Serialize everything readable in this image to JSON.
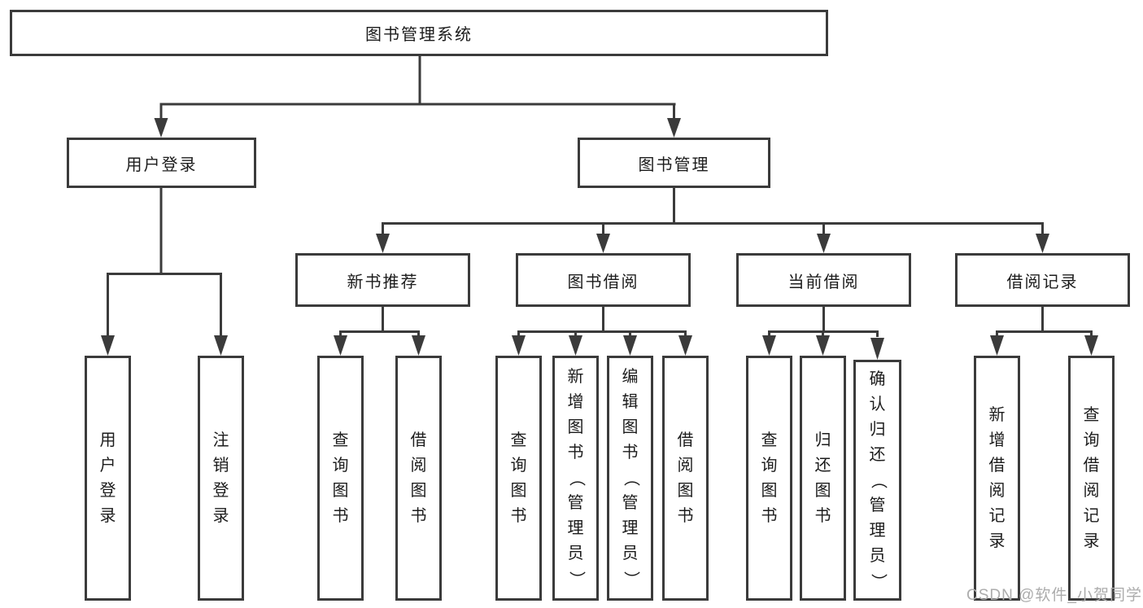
{
  "tree": {
    "label": "图书管理系统",
    "children": [
      {
        "label": "用户登录",
        "children": [
          {
            "label": "用户登录"
          },
          {
            "label": "注销登录"
          }
        ]
      },
      {
        "label": "图书管理",
        "children": [
          {
            "label": "新书推荐",
            "children": [
              {
                "label": "查询图书"
              },
              {
                "label": "借阅图书"
              }
            ]
          },
          {
            "label": "图书借阅",
            "children": [
              {
                "label": "查询图书"
              },
              {
                "label": "新增图书（管理员）"
              },
              {
                "label": "编辑图书（管理员）"
              },
              {
                "label": "借阅图书"
              }
            ]
          },
          {
            "label": "当前借阅",
            "children": [
              {
                "label": "查询图书"
              },
              {
                "label": "归还图书"
              },
              {
                "label": "确认归还（管理员）"
              }
            ]
          },
          {
            "label": "借阅记录",
            "children": [
              {
                "label": "新增借阅记录"
              },
              {
                "label": "查询借阅记录"
              }
            ]
          }
        ]
      }
    ]
  },
  "watermark": {
    "text": "CSDN @软件_小贺同学"
  },
  "colors": {
    "line": "#3b3b3b",
    "text": "#1c1c1c",
    "box_fill": "#ffffff",
    "watermark": "#acacac"
  }
}
